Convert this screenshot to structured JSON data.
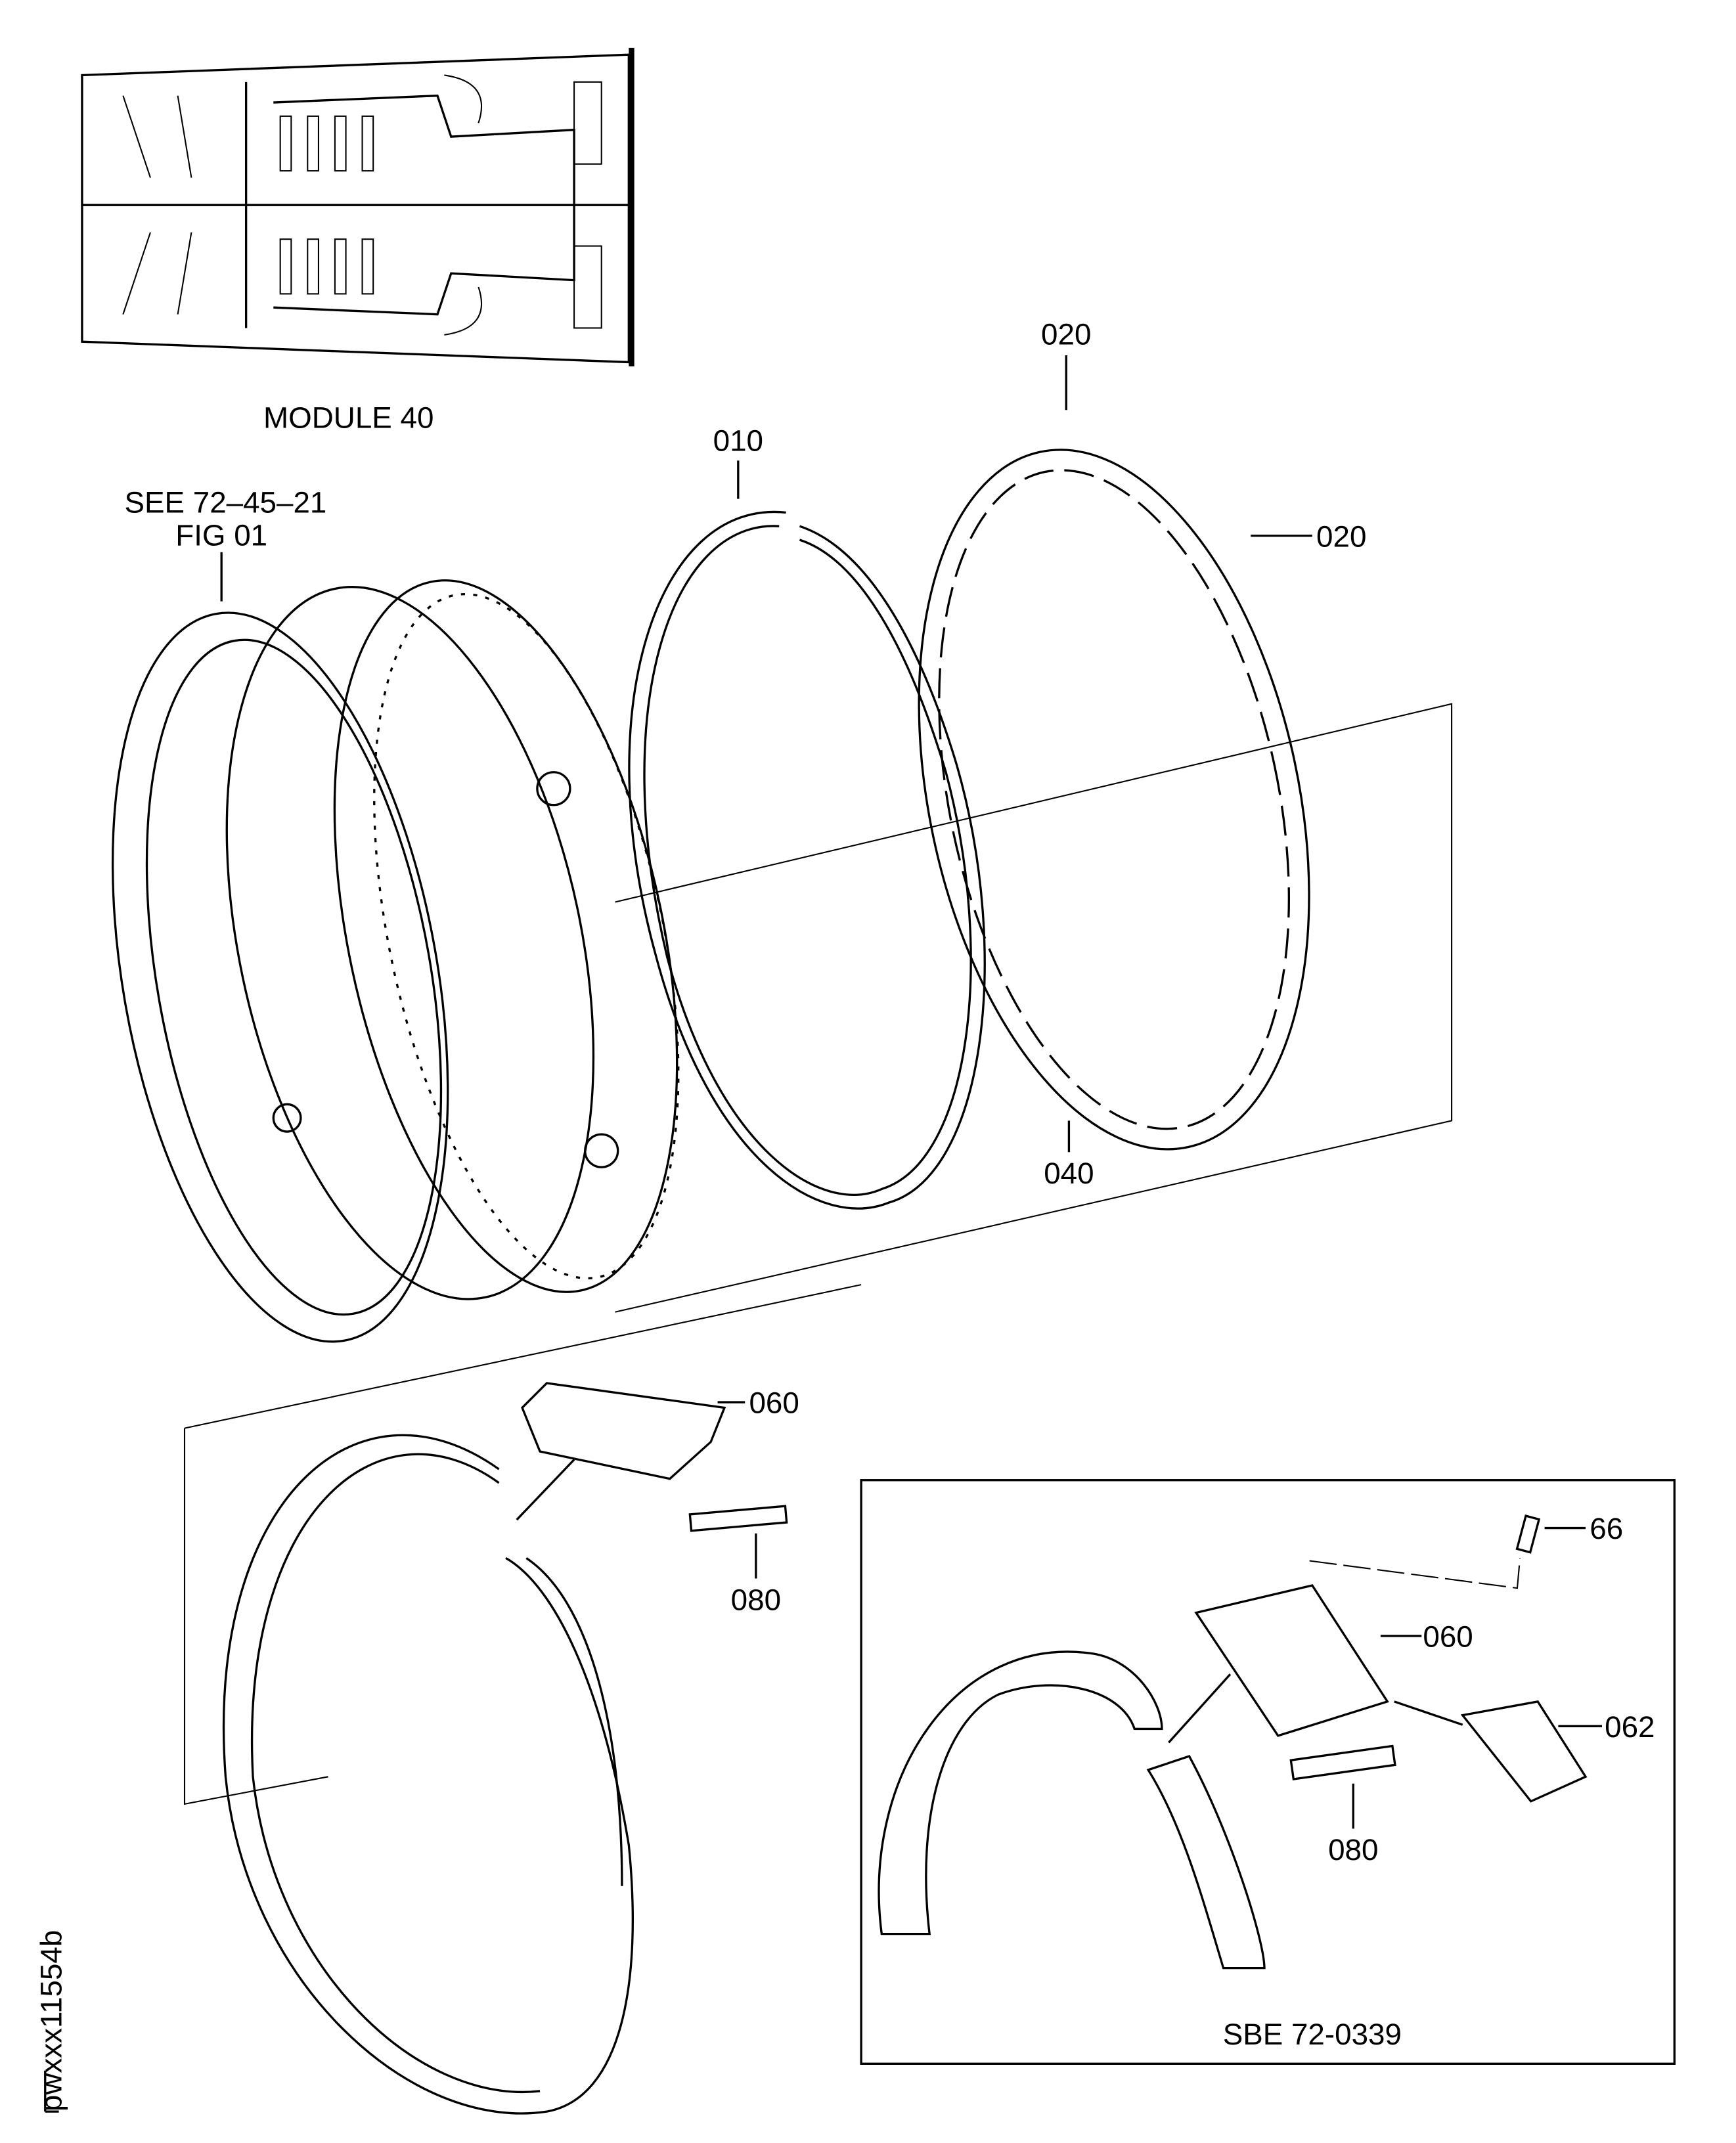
{
  "figure": {
    "module_label": "MODULE 40",
    "see_ref_line1": "SEE 72–45–21",
    "see_ref_line2": "FIG 01",
    "callouts": {
      "c010": "010",
      "c020_top": "020",
      "c020_right": "020",
      "c040": "040",
      "c060": "060",
      "c080": "080"
    },
    "inset": {
      "title": "SBE 72-0339",
      "c66": "66",
      "c060": "060",
      "c062": "062",
      "c080": "080"
    },
    "drawing_code": "pwxxx11554b"
  }
}
